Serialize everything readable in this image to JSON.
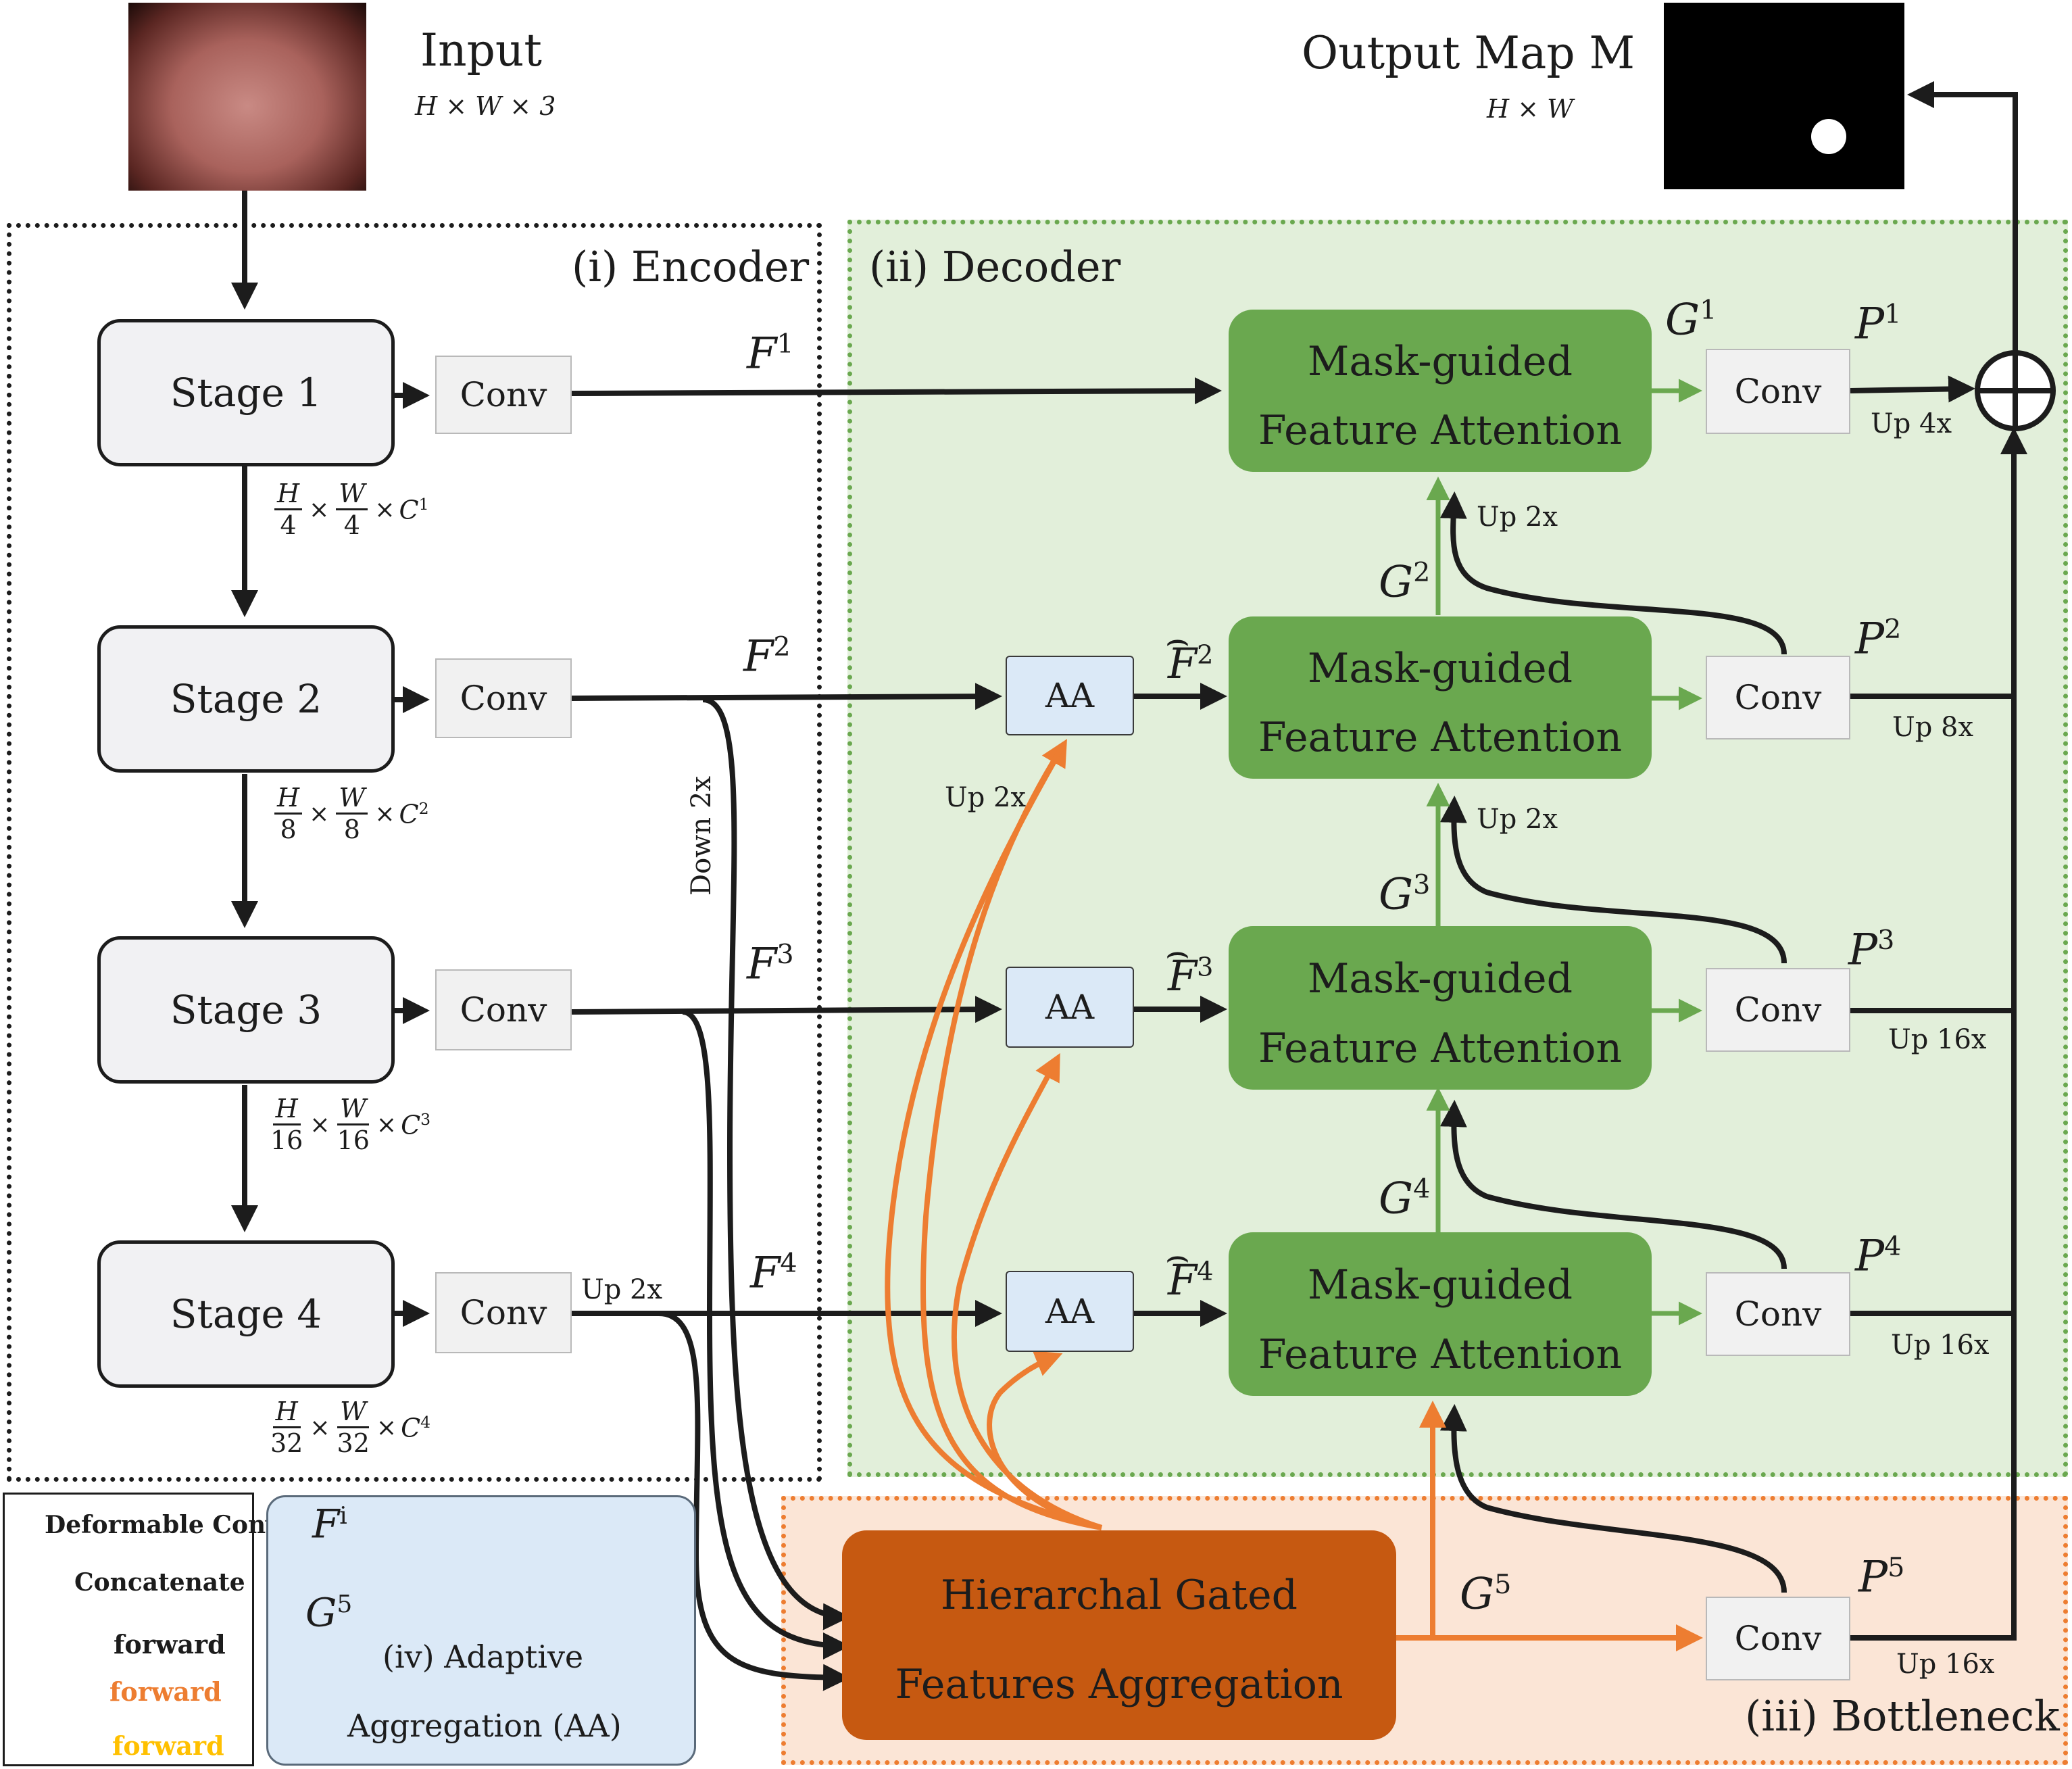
{
  "input": {
    "title": "Input",
    "dims": "H × W × 3",
    "image_desc_icon": "endoscopy-image-icon"
  },
  "output": {
    "title": "Output Map M",
    "dims": "H × W",
    "image_desc_icon": "segmentation-mask-icon"
  },
  "regions": {
    "encoder": "(i) Encoder",
    "decoder": "(ii) Decoder",
    "bottleneck": "(iii) Bottleneck"
  },
  "stages": [
    {
      "label": "Stage 1",
      "dim_num_h": "H",
      "dim_den_h": "4",
      "dim_num_w": "W",
      "dim_den_w": "4",
      "c": "C",
      "c_sup": "1"
    },
    {
      "label": "Stage 2",
      "dim_num_h": "H",
      "dim_den_h": "8",
      "dim_num_w": "W",
      "dim_den_w": "8",
      "c": "C",
      "c_sup": "2"
    },
    {
      "label": "Stage 3",
      "dim_num_h": "H",
      "dim_den_h": "16",
      "dim_num_w": "W",
      "dim_den_w": "16",
      "c": "C",
      "c_sup": "3"
    },
    {
      "label": "Stage 4",
      "dim_num_h": "H",
      "dim_den_h": "32",
      "dim_num_w": "W",
      "dim_den_w": "32",
      "c": "C",
      "c_sup": "4"
    }
  ],
  "conv_label": "Conv",
  "aa_label": "AA",
  "times": "×",
  "features": [
    {
      "base": "F",
      "sup": "1"
    },
    {
      "base": "F",
      "sup": "2"
    },
    {
      "base": "F",
      "sup": "3"
    },
    {
      "base": "F",
      "sup": "4"
    }
  ],
  "features_hat": [
    {
      "base": "F",
      "sup": "2"
    },
    {
      "base": "F",
      "sup": "3"
    },
    {
      "base": "F",
      "sup": "4"
    }
  ],
  "mgfa": {
    "line1": "Mask-guided",
    "line2": "Feature Attention"
  },
  "hgfa": {
    "line1": "Hierarchal Gated",
    "line2": "Features Aggregation"
  },
  "gates": [
    {
      "base": "G",
      "sup": "1"
    },
    {
      "base": "G",
      "sup": "2"
    },
    {
      "base": "G",
      "sup": "3"
    },
    {
      "base": "G",
      "sup": "4"
    },
    {
      "base": "G",
      "sup": "5"
    }
  ],
  "preds": [
    {
      "base": "P",
      "sup": "1",
      "up": "Up 4x"
    },
    {
      "base": "P",
      "sup": "2",
      "up": "Up 8x"
    },
    {
      "base": "P",
      "sup": "3",
      "up": "Up 16x"
    },
    {
      "base": "P",
      "sup": "4",
      "up": "Up 16x"
    },
    {
      "base": "P",
      "sup": "5",
      "up": "Up 16x"
    }
  ],
  "arrow_labels": {
    "up2x": "Up 2x",
    "down2x": "Down 2x"
  },
  "legend": {
    "deformable": "Deformable Conv",
    "concatenate": "Concatenate",
    "forward_black": "forward",
    "forward_orange": "forward",
    "forward_yellow": "forward"
  },
  "aa_panel": {
    "fi_base": "F",
    "fi_sup": "i",
    "g5_base": "G",
    "g5_sup": "5",
    "title_line1": "(iv) Adaptive",
    "title_line2": "Aggregation (AA)"
  },
  "colors": {
    "black_arrow": "#1c1c1c",
    "orange_arrow": "#ed7d31",
    "yellow_arrow": "#ffc000",
    "green_arrow": "#6aa84f",
    "mgfa_fill": "#6aa84f",
    "hgfa_fill": "#c65911",
    "decoder_bg": "#e2efda",
    "bottleneck_bg": "#fbe5d6",
    "deformable": "#009999"
  }
}
